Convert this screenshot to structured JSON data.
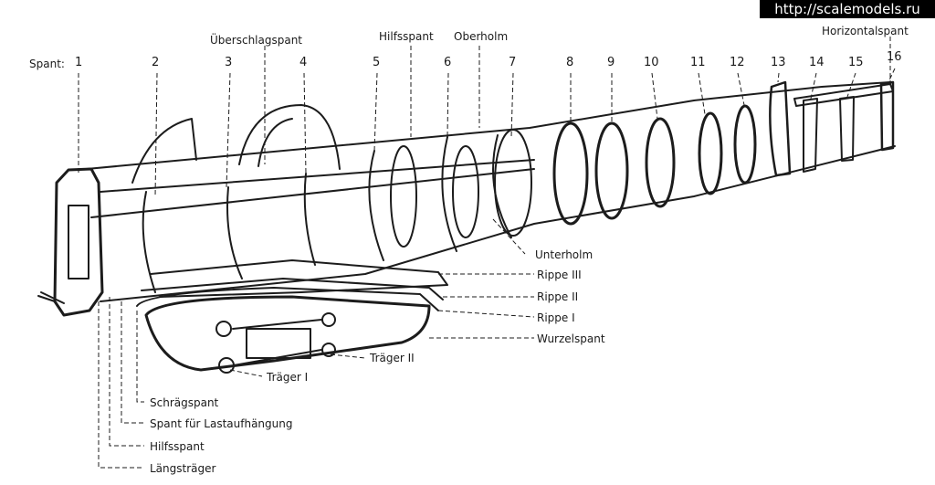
{
  "watermark": "http://scalemodels.ru",
  "frame_prefix": "Spant:",
  "frames": [
    "1",
    "2",
    "3",
    "4",
    "5",
    "6",
    "7",
    "8",
    "9",
    "10",
    "11",
    "12",
    "13",
    "14",
    "15",
    "16"
  ],
  "top_labels": {
    "uberschlagspant": "Überschlagspant",
    "hilfsspant": "Hilfsspant",
    "oberholm": "Oberholm",
    "horizontalspant": "Horizontalspant"
  },
  "right_labels": {
    "unterholm": "Unterholm",
    "rippe3": "Rippe III",
    "rippe2": "Rippe II",
    "rippe1": "Rippe I",
    "wurzelspant": "Wurzelspant",
    "trager2": "Träger II",
    "trager1": "Träger I"
  },
  "bottom_labels": {
    "schragspant": "Schrägspant",
    "lastaufhangung": "Spant für Lastaufhängung",
    "hilfsspant": "Hilfsspant",
    "langstrager": "Längsträger"
  }
}
